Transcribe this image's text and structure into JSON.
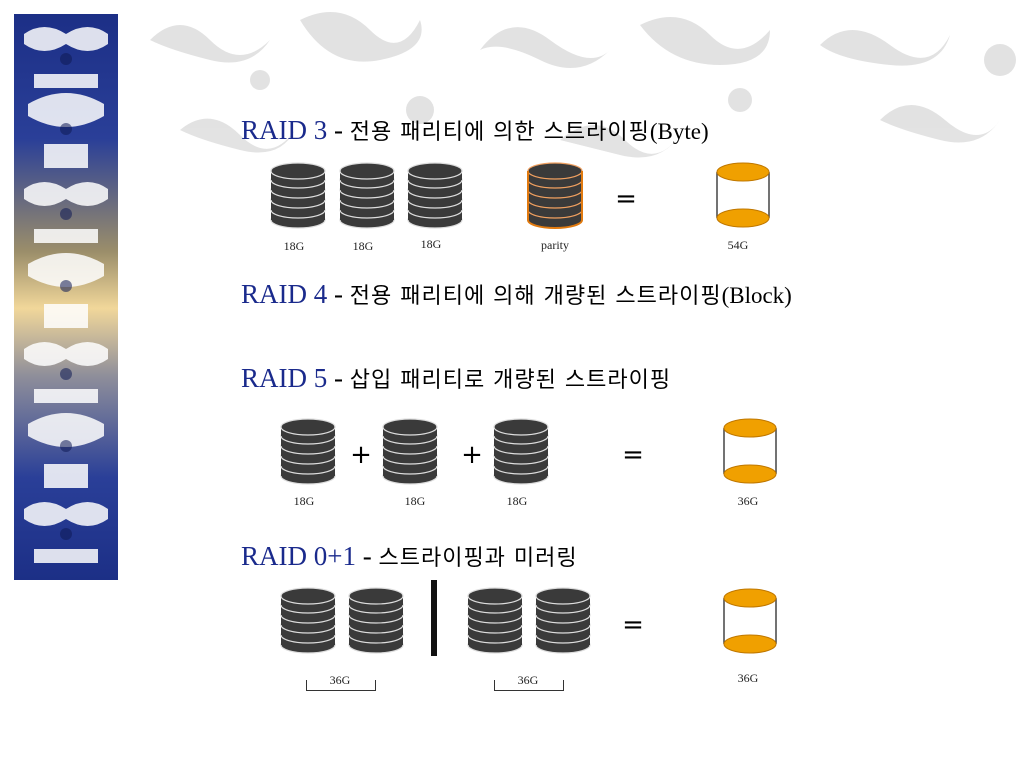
{
  "raid3": {
    "title": "RAID 3",
    "dash": " - ",
    "desc": "전용 패리티에 의한 스트라이핑",
    "tail": "(Byte)",
    "disk_labels": [
      "18G",
      "18G",
      "18G"
    ],
    "parity_label": "parity",
    "equals": "=",
    "result_label": "54G"
  },
  "raid4": {
    "title": "RAID 4",
    "dash": " - ",
    "desc": "전용 패리티에 의해 개량된 스트라이핑",
    "tail": "(Block)"
  },
  "raid5": {
    "title": "RAID 5",
    "dash": " - ",
    "desc": "삽입 패리티로 개량된 스트라이핑",
    "plus": "+",
    "disk_labels": [
      "18G",
      "18G",
      "18G"
    ],
    "equals": "=",
    "result_label": "36G"
  },
  "raid01": {
    "title": "RAID 0+1",
    "dash": " - ",
    "desc": "스트라이핑과 미러링",
    "group_labels": [
      "36G",
      "36G"
    ],
    "equals": "=",
    "result_label": "36G"
  },
  "colors": {
    "heading_accent": "#1a2a8c",
    "disk_dark": "#3a3a3a",
    "parity_orange": "#e07a10",
    "result_gold": "#f0a000"
  }
}
